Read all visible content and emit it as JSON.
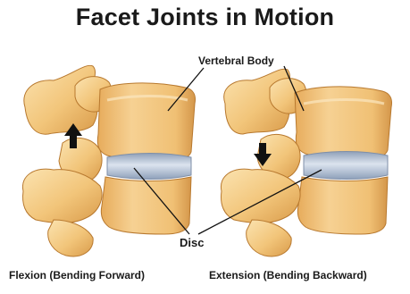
{
  "title": "Facet Joints in Motion",
  "labels": {
    "vertebral_body": "Vertebral Body",
    "disc": "Disc"
  },
  "captions": {
    "left": "Flexion (Bending Forward)",
    "right": "Extension (Bending Backward)"
  },
  "colors": {
    "bone": "#f2c57a",
    "bone_shadow": "#c98a3a",
    "bone_highlight": "#fbe3b0",
    "disc": "#a9b9cf",
    "disc_highlight": "#dbe3ee",
    "arrow": "#111111",
    "text": "#1a1a1a"
  },
  "icons": {
    "left_arrow": "arrow-up-icon",
    "right_arrow": "arrow-down-icon"
  }
}
